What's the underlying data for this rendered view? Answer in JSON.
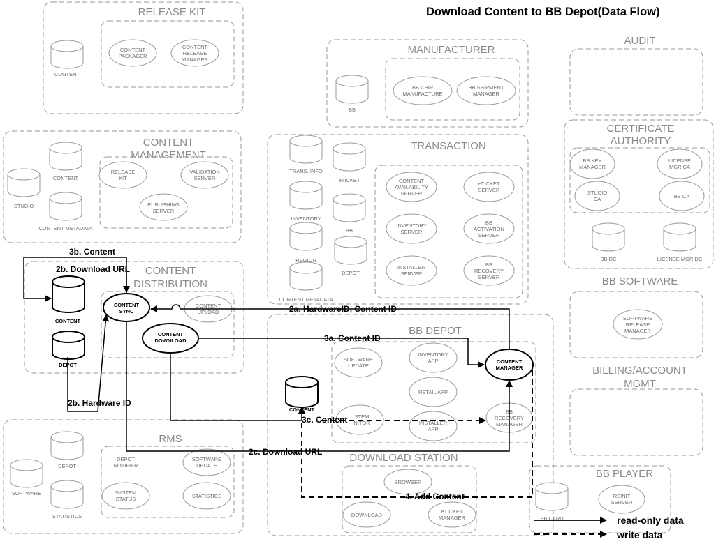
{
  "title": "Download Content to BB Depot(Data Flow)",
  "groups": {
    "release_kit": "RELEASE KIT",
    "content_management": [
      "CONTENT",
      "MANAGEMENT"
    ],
    "content_distribution": [
      "CONTENT",
      "DISTRIBUTION"
    ],
    "rms": "RMS",
    "manufacturer": "MANUFACTURER",
    "transaction": "TRANSACTION",
    "bb_depot": "BB DEPOT",
    "download_station": "DOWNLOAD STATION",
    "audit": "AUDIT",
    "certificate_authority": [
      "CERTIFICATE",
      "AUTHORITY"
    ],
    "bb_software": "BB SOFTWARE",
    "billing": [
      "BILLING/ACCOUNT",
      "MGMT"
    ],
    "bb_player": "BB PLAYER"
  },
  "nodes": {
    "rk_content": "CONTENT",
    "rk_packager": [
      "CONTENT",
      "PACKAGER"
    ],
    "rk_release_manager": [
      "CONTENT",
      "RELEASE",
      "MANAGER"
    ],
    "cm_studio": "STUDIO",
    "cm_content": "CONTENT",
    "cm_metadata": "CONTENT METADATA",
    "cm_release_kit": [
      "RELEASE",
      "KIT"
    ],
    "cm_validation": [
      "VALIDATION",
      "SERVER"
    ],
    "cm_publishing": [
      "PUBLISHING",
      "SERVER"
    ],
    "cd_content": "CONTENT",
    "cd_depot": "DEPOT",
    "cd_sync": [
      "CONTENT",
      "SYNC"
    ],
    "cd_download": [
      "CONTENT",
      "DOWNLOAD"
    ],
    "cd_upload": [
      "CONTENT",
      "UPLOAD"
    ],
    "rms_software": "SOFTWARE",
    "rms_depot": "DEPOT",
    "rms_statistics_db": "STATISTICS",
    "rms_depot_notifier": [
      "DEPOT",
      "NOTIFIER"
    ],
    "rms_software_update": [
      "SOFTWARE",
      "UPDATE"
    ],
    "rms_system_status": [
      "SYSTEM",
      "STATUS"
    ],
    "rms_statistics": "STATISTICS",
    "mf_bb": "BB",
    "mf_chip": [
      "BB CHIP",
      "MANUFACTURE"
    ],
    "mf_shipment": [
      "BB SHIPMENT",
      "MANAGER"
    ],
    "tr_trans_info": "TRANS. INFO",
    "tr_eticket": "eTICKET",
    "tr_inventory": "INVENTORY",
    "tr_bb": "BB",
    "tr_region": "REGION",
    "tr_depot": "DEPOT",
    "tr_metadata": "CONTENT METADATA",
    "tr_availability": [
      "CONTENT",
      "AVAILABILITY",
      "SERVER"
    ],
    "tr_eticket_server": [
      "eTICKET",
      "SERVER"
    ],
    "tr_inventory_server": [
      "INVENTORY",
      "SERVER"
    ],
    "tr_activation": [
      "BB",
      "ACTIVATION",
      "SERVER"
    ],
    "tr_installer": [
      "INSTALLER",
      "SERVER"
    ],
    "tr_recovery": [
      "BB",
      "RECOVERY",
      "SERVER"
    ],
    "dp_software_update": [
      "SOFTWARE",
      "UPDATE"
    ],
    "dp_inventory_app": [
      "INVENTORY",
      "APP"
    ],
    "dp_retail_app": "RETAIL APP",
    "dp_content_manager": [
      "CONTENT",
      "MANAGER"
    ],
    "dp_content": "CONTENT",
    "dp_system_monitor": [
      "STEM",
      "NITOR"
    ],
    "dp_installer_app": [
      "INSTALLER",
      "APP"
    ],
    "dp_recovery_manager": [
      "BB",
      "RECOVERY",
      "MANAGER"
    ],
    "ds_browser": "BROWSER",
    "ds_download": "DOWNLOAD",
    "ds_eticket_manager": [
      "eTICKET",
      "MANAGER"
    ],
    "ca_key_manager": [
      "BB KEY",
      "MANAGER"
    ],
    "ca_license_mgr": [
      "LICENSE",
      "MGR CA"
    ],
    "ca_studio": [
      "STUDIO",
      "CA"
    ],
    "ca_bb_ca": "BB CA",
    "ca_bb_dc": "BB DC",
    "ca_license_dc": "LICENSE MGR DC",
    "sw_release_manager": [
      "SOFTWARE",
      "RELEASE",
      "MANAGER"
    ],
    "pl_bb_card": "BB CARD",
    "pl_reinit": [
      "REINIT",
      "SERVER"
    ]
  },
  "flows": {
    "f3b": "3b. Content",
    "f2b_url": "2b. Download URL",
    "f2a": "2a. HardwareID, Content ID",
    "f3a": "3a. Content ID",
    "f2b_hw": "2b. Hardware ID",
    "f3c": "3c. Content",
    "f2c": "2c. Download URL",
    "f4": "4. Add Content"
  },
  "legend": {
    "read_only": "read-only data",
    "write": "write data"
  }
}
